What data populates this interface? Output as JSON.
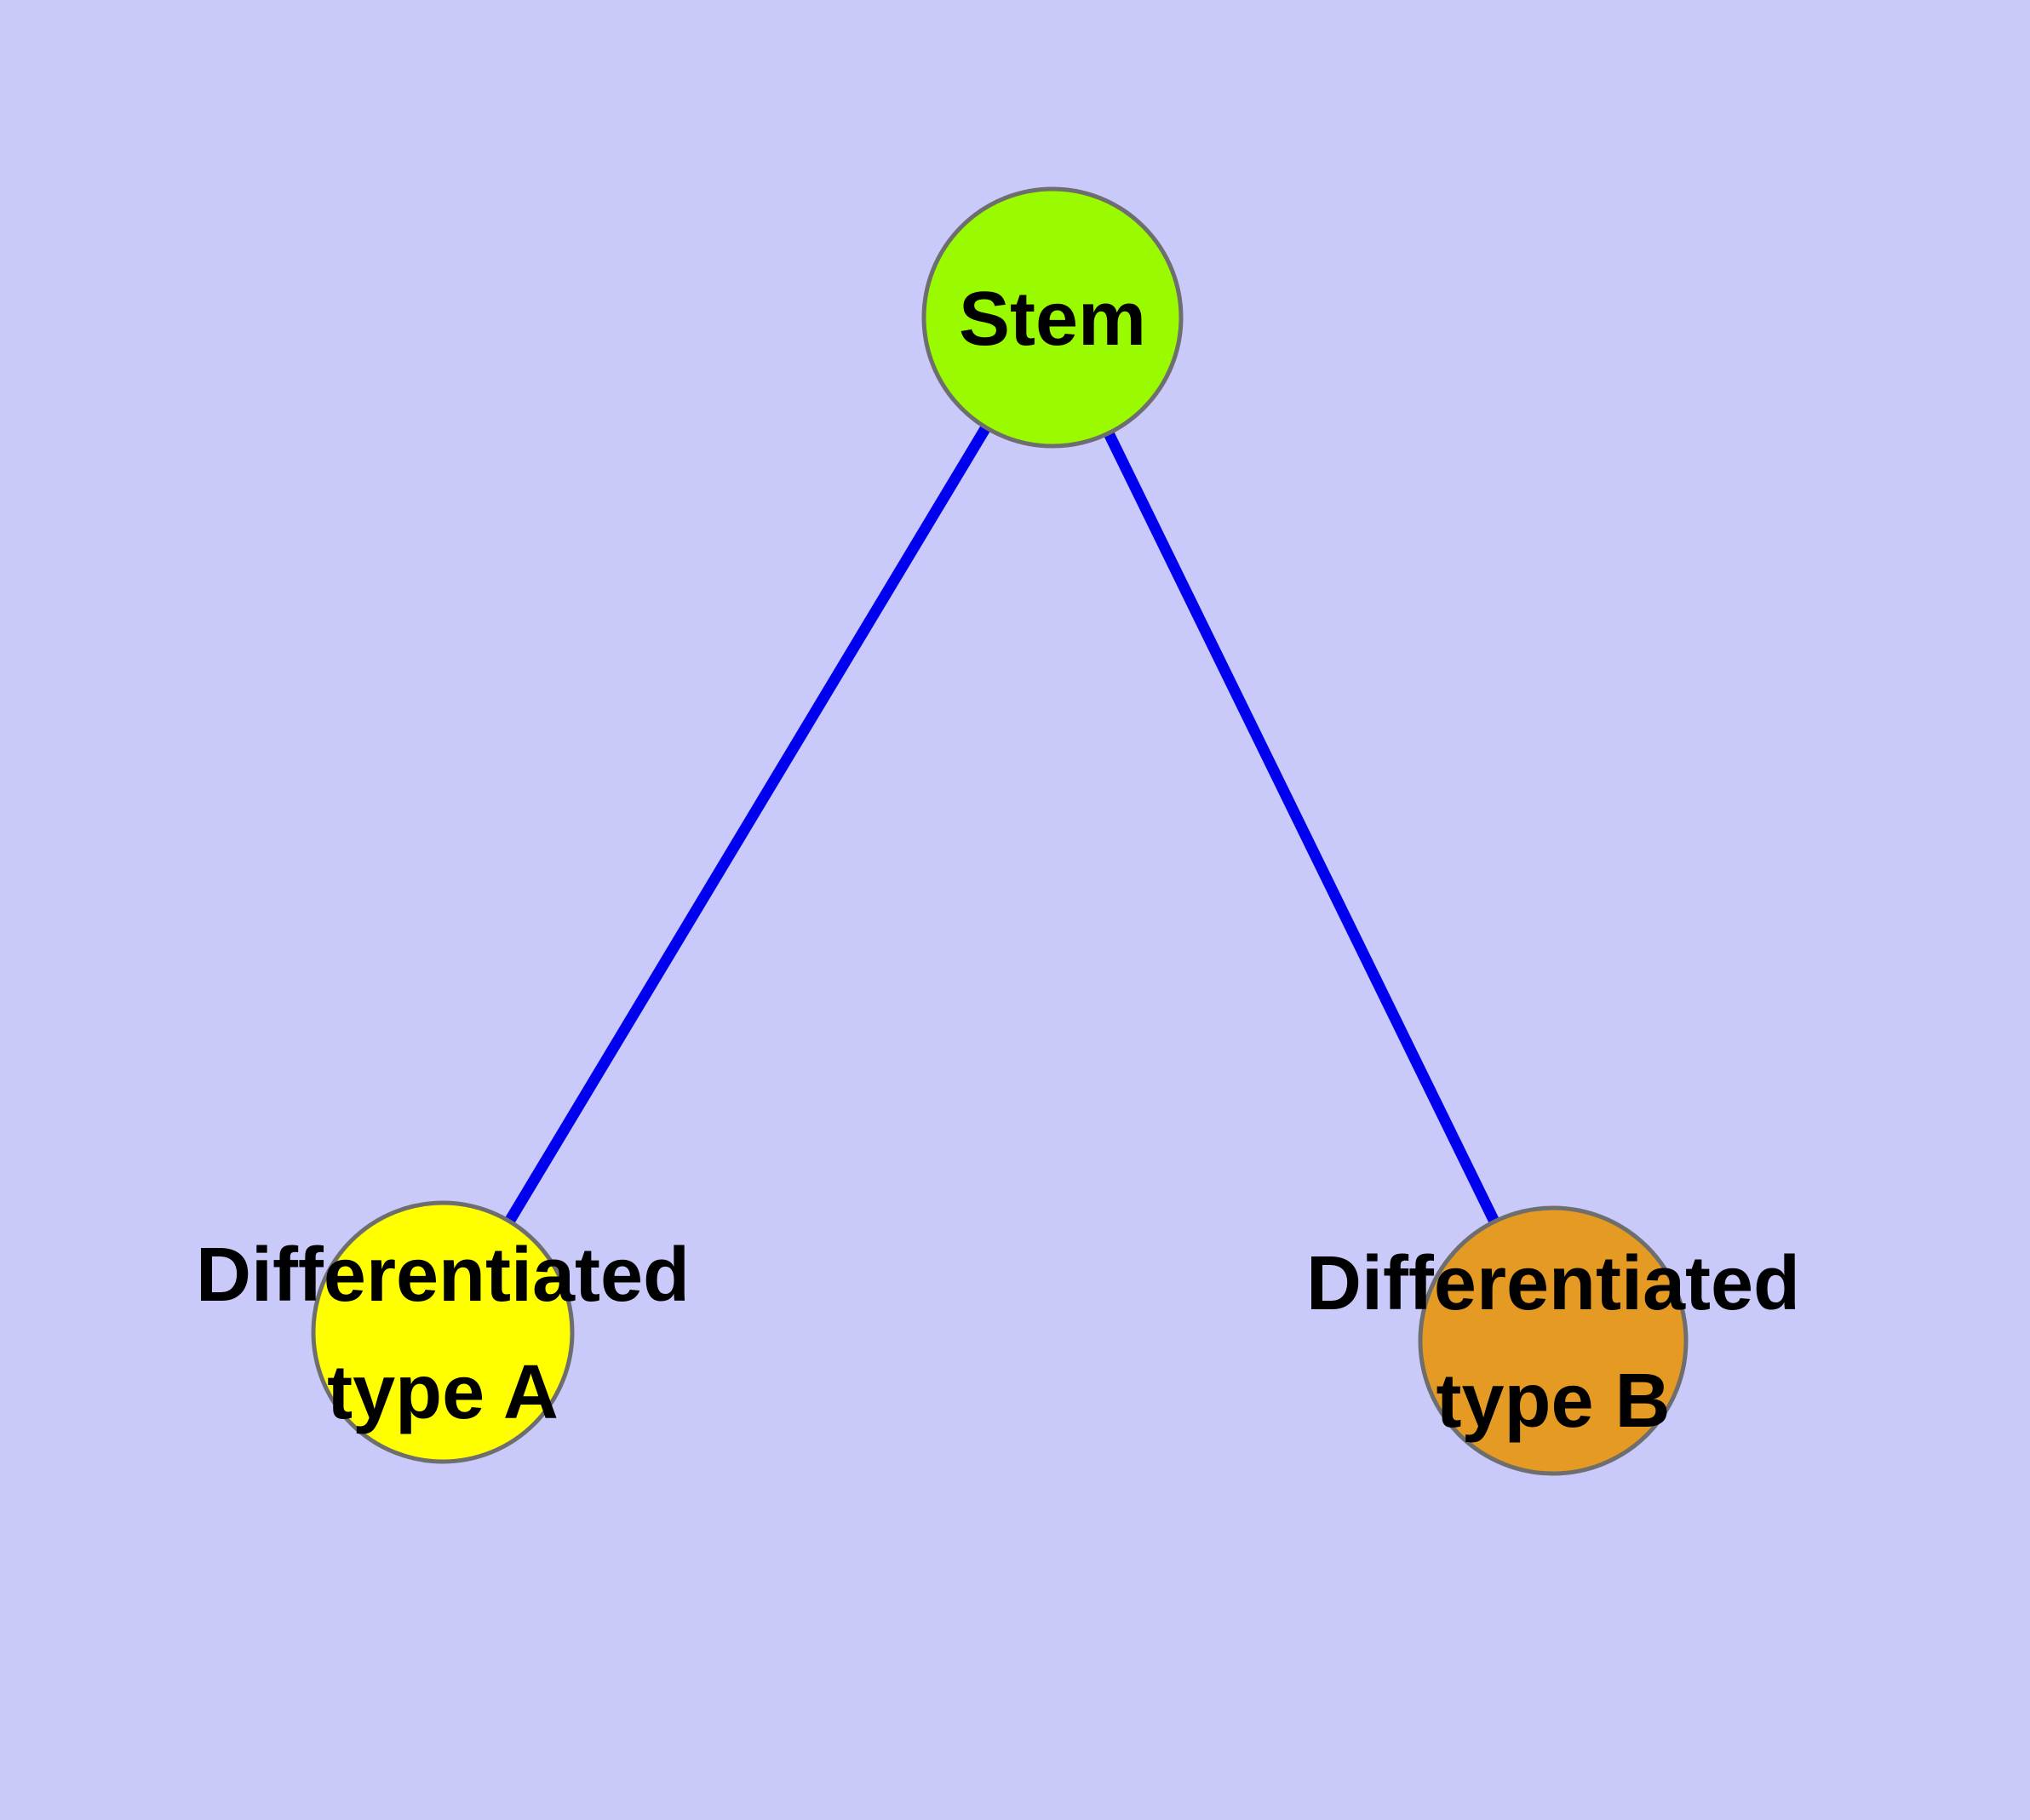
{
  "diagram": {
    "type": "graph",
    "background_color": "#c9c9fa",
    "edge_color": "#0000ee",
    "node_border_color": "#6e6e6e",
    "text_color": "#000000",
    "nodes": {
      "stem": {
        "label": "Stem",
        "fill": "#9afb00"
      },
      "type_a": {
        "label_line1": "Differentiated",
        "label_line2": "type A",
        "fill": "#ffff00"
      },
      "type_b": {
        "label_line1": "Differentiated",
        "label_line2": "type B",
        "fill": "#e59b23"
      }
    },
    "edges": [
      {
        "from": "Stem",
        "to": "Differentiated type A"
      },
      {
        "from": "Stem",
        "to": "Differentiated type B"
      }
    ]
  }
}
